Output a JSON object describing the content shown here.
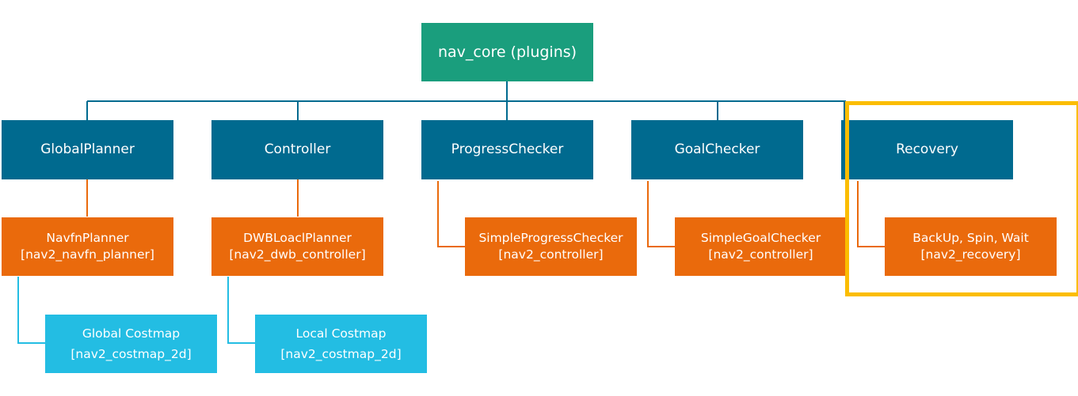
{
  "colors": {
    "root": "#1a9e7d",
    "plugin": "#006a8f",
    "impl": "#ea6a0c",
    "costmap": "#23bde3",
    "highlight": "#fbbd00",
    "plugin_line": "#006a8f",
    "impl_line": "#ea6a0c",
    "costmap_line": "#23bde3"
  },
  "root": {
    "label": "nav_core (plugins)"
  },
  "plugins": [
    {
      "id": "globalplanner",
      "label": "GlobalPlanner"
    },
    {
      "id": "controller",
      "label": "Controller"
    },
    {
      "id": "progresschecker",
      "label": "ProgressChecker"
    },
    {
      "id": "goalchecker",
      "label": "GoalChecker"
    },
    {
      "id": "recovery",
      "label": "Recovery"
    }
  ],
  "implementations": [
    {
      "name": "NavfnPlanner",
      "package": "[nav2_navfn_planner]"
    },
    {
      "name": "DWBLoaclPlanner",
      "package": "[nav2_dwb_controller]"
    },
    {
      "name": "SimpleProgressChecker",
      "package": "[nav2_controller]"
    },
    {
      "name": "SimpleGoalChecker",
      "package": "[nav2_controller]"
    },
    {
      "name": "BackUp, Spin, Wait",
      "package": "[nav2_recovery]"
    }
  ],
  "costmaps": [
    {
      "name": "Global Costmap",
      "package": "[nav2_costmap_2d]"
    },
    {
      "name": "Local Costmap",
      "package": "[nav2_costmap_2d]"
    }
  ]
}
